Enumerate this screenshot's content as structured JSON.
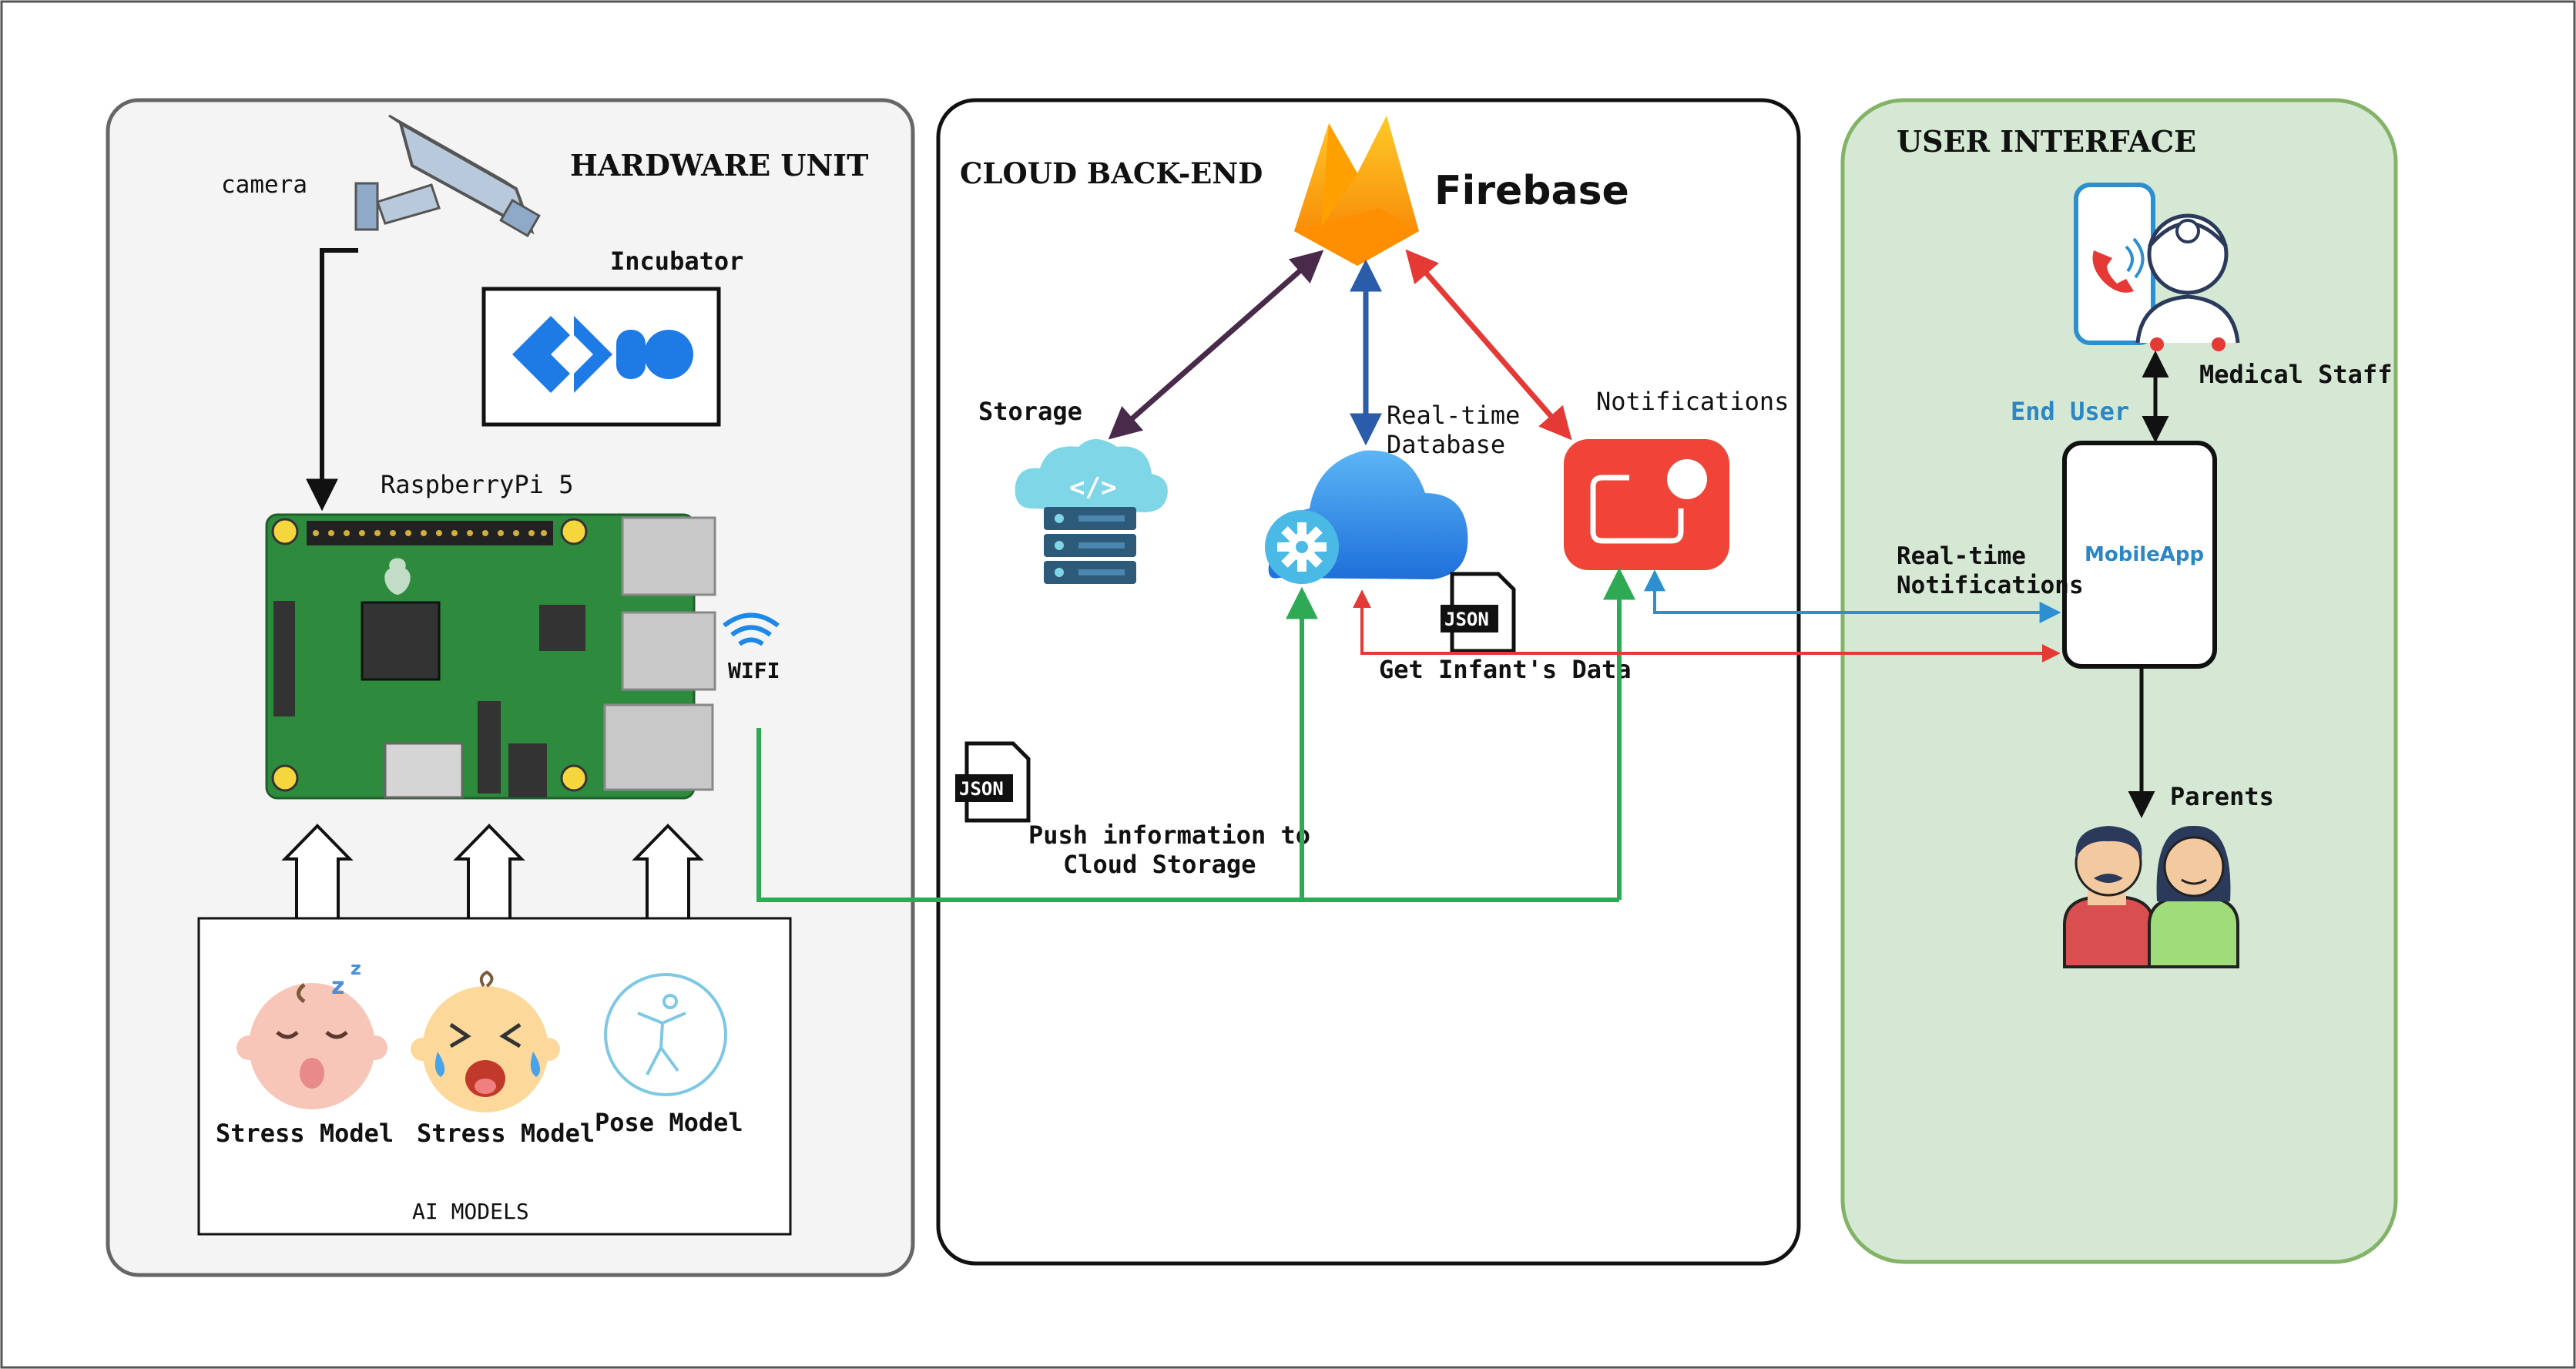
{
  "sections": {
    "hardware": "HARDWARE UNIT",
    "cloud": "CLOUD BACK-END",
    "ui": "USER INTERFACE"
  },
  "hardware": {
    "camera": "camera",
    "incubator": "Incubator",
    "raspberry": "RaspberryPi 5",
    "wifi": "WIFI",
    "models_box": "AI MODELS",
    "models": [
      "Stress Model",
      "Stress Model",
      "Pose Model"
    ]
  },
  "cloud": {
    "firebase": "Firebase",
    "storage": "Storage",
    "realtime_db_1": "Real-time",
    "realtime_db_2": "Database",
    "notifications": "Notifications",
    "json_icon": "JSON",
    "get_data": "Get Infant's Data",
    "push_info_1": "Push information to",
    "push_info_2": "Cloud Storage"
  },
  "ui": {
    "end_user": "End User",
    "medical_staff": "Medical Staff",
    "mobile_app": "MobileApp",
    "realtime_notif_1": "Real-time",
    "realtime_notif_2": "Notifications",
    "parents": "Parents"
  },
  "colors": {
    "hardware_bg": "#f4f4f4",
    "ui_bg": "#d5e8d4",
    "ui_border": "#82b366",
    "green_arrow": "#2eaa55",
    "red_arrow": "#e53935",
    "blue_arrow": "#2a5caa",
    "purple_arrow": "#4a2a4a",
    "light_blue_arrow": "#2b8fd0",
    "firebase_orange": "#f5a623",
    "notif_red": "#f04438"
  }
}
